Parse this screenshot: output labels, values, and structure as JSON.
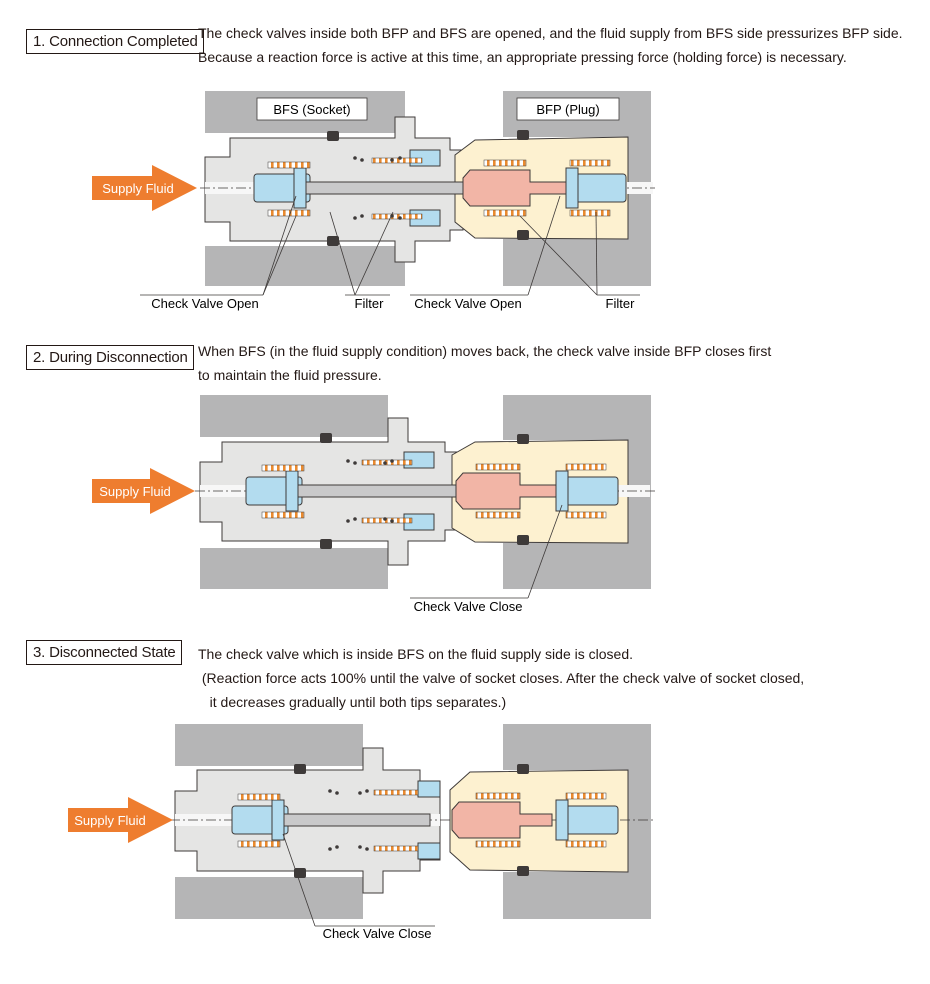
{
  "colors": {
    "body_gray": "#e5e5e4",
    "wall_gray": "#b5b5b6",
    "plug_yellow": "#fdf1d0",
    "valve_blue": "#b3dcef",
    "valve_pink": "#f2b5a6",
    "spring_orange": "#ea8a2e",
    "arrow_orange": "#ee7d2f",
    "outline": "#3e3a39"
  },
  "steps": [
    {
      "title": "1. Connection Completed",
      "description": [
        "The check valves inside both BFP and BFS are opened, and the fluid supply from BFS side pressurizes BFP side.",
        "Because a reaction force is active at this time, an appropriate pressing force (holding force) is necessary."
      ],
      "labels": {
        "socket": "BFS (Socket)",
        "plug": "BFP (Plug)",
        "supply": "Supply Fluid",
        "callouts": [
          "Check Valve Open",
          "Filter",
          "Check Valve Open",
          "Filter"
        ]
      }
    },
    {
      "title": "2. During Disconnection",
      "description": [
        "When BFS (in the fluid supply condition) moves back, the check valve inside BFP closes first",
        "to maintain the fluid pressure."
      ],
      "labels": {
        "supply": "Supply Fluid",
        "callouts": [
          "Check Valve Close"
        ]
      }
    },
    {
      "title": "3. Disconnected State",
      "description": [
        "The check valve which is inside BFS on the fluid supply side is closed.",
        " (Reaction force acts 100% until the valve of socket closes. After the check valve of socket closed,",
        "   it decreases gradually until both tips separates.)"
      ],
      "labels": {
        "supply": "Supply Fluid",
        "callouts": [
          "Check Valve Close"
        ]
      }
    }
  ]
}
